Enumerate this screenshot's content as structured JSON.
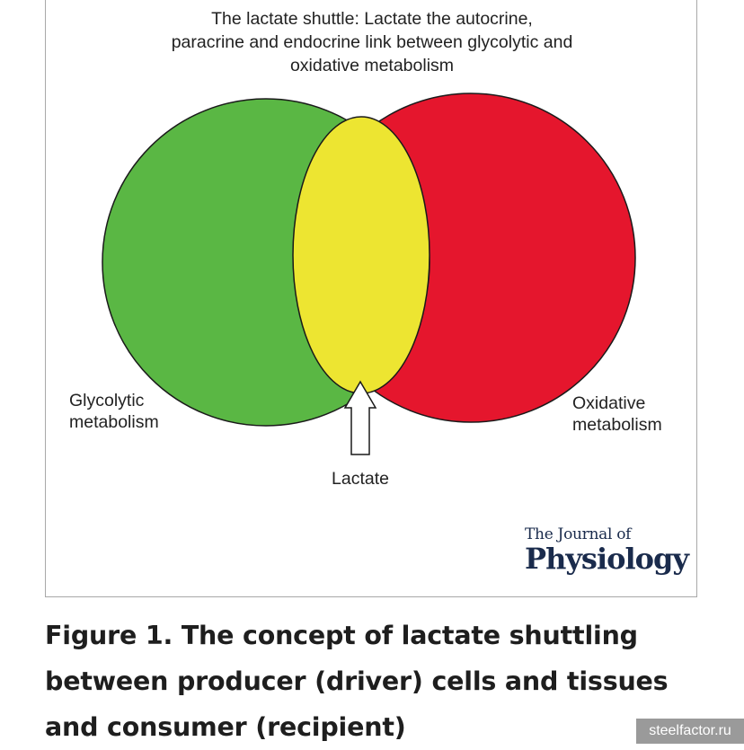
{
  "diagram": {
    "title_lines": [
      "The lactate shuttle: Lactate the autocrine,",
      "paracrine and endocrine link between glycolytic and",
      "oxidative metabolism"
    ],
    "left_label_lines": [
      "Glycolytic",
      "metabolism"
    ],
    "right_label_lines": [
      "Oxidative",
      "metabolism"
    ],
    "center_label": "Lactate",
    "colors": {
      "glycolytic": "#5ab744",
      "oxidative": "#e5162d",
      "lactate": "#ede531",
      "arrow": "#ffffff",
      "outline": "#1a1a1a"
    }
  },
  "journal": {
    "line1": "The Journal of",
    "line2": "Physiology"
  },
  "caption_lines": [
    "Figure 1. The concept of lactate shuttling",
    "between producer (driver) cells and tissues",
    "and consumer (recipient)"
  ],
  "watermark": "steelfactor.ru"
}
